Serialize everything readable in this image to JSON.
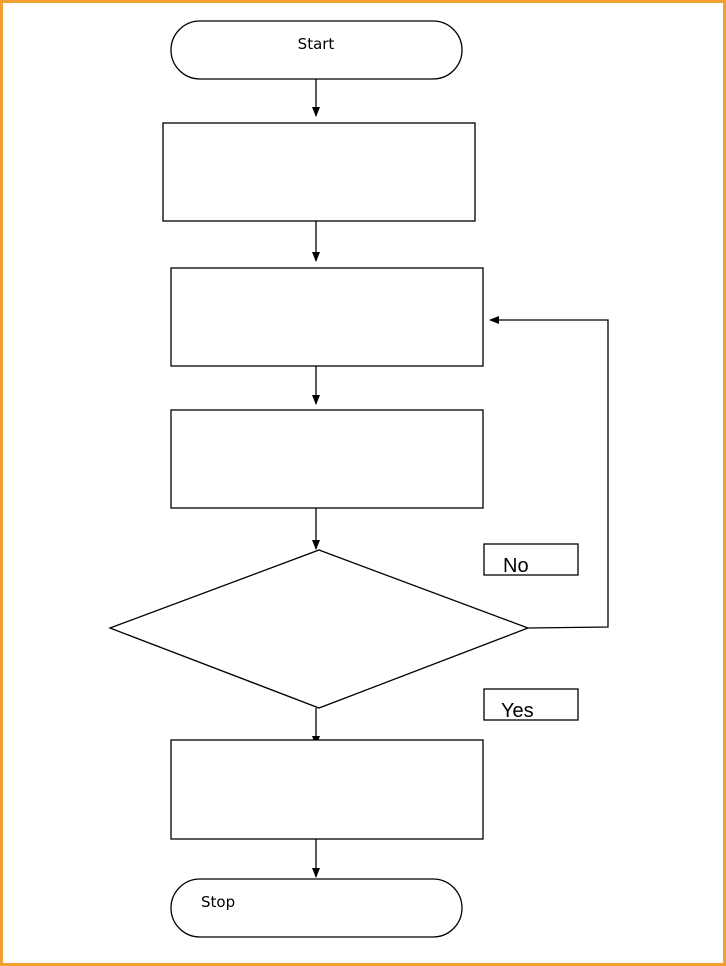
{
  "diagram": {
    "start_label": "Start",
    "stop_label": "Stop",
    "loop_label": "No",
    "exit_label": "Yes"
  },
  "colors": {
    "frame_border": "#f0a030",
    "stroke": "#000000",
    "fill": "#ffffff"
  }
}
